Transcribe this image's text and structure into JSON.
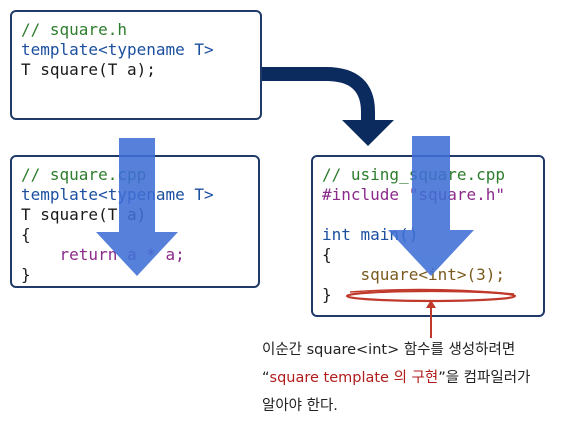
{
  "box_header": {
    "line1": "// square.h",
    "line2": "template<typename T>",
    "line3": "T square(T a);"
  },
  "box_impl": {
    "line1": "// square.cpp",
    "line2": "template<typename T>",
    "line3": "T square(T a)",
    "line4": "{",
    "line5": "    return a * a;",
    "line6": "}"
  },
  "box_use": {
    "line1": "// using_square.cpp",
    "line2": "#include \"square.h\"",
    "line3": "",
    "line4": "int main()",
    "line5": "{",
    "line6": "    square<int>(3);",
    "line7": "}"
  },
  "note": {
    "line1": "이순간 square<int> 함수를 생성하려면",
    "line2_open": "“",
    "line2_red": "square template 의 구현",
    "line2_rest": "”을 컴파일러가",
    "line3": "알아야 한다."
  },
  "colors": {
    "box_border": "#1f3a66",
    "arrow_dark": "#0b2a5e",
    "arrow_blue": "#3f6fd6",
    "highlight_red": "#c0392b"
  }
}
